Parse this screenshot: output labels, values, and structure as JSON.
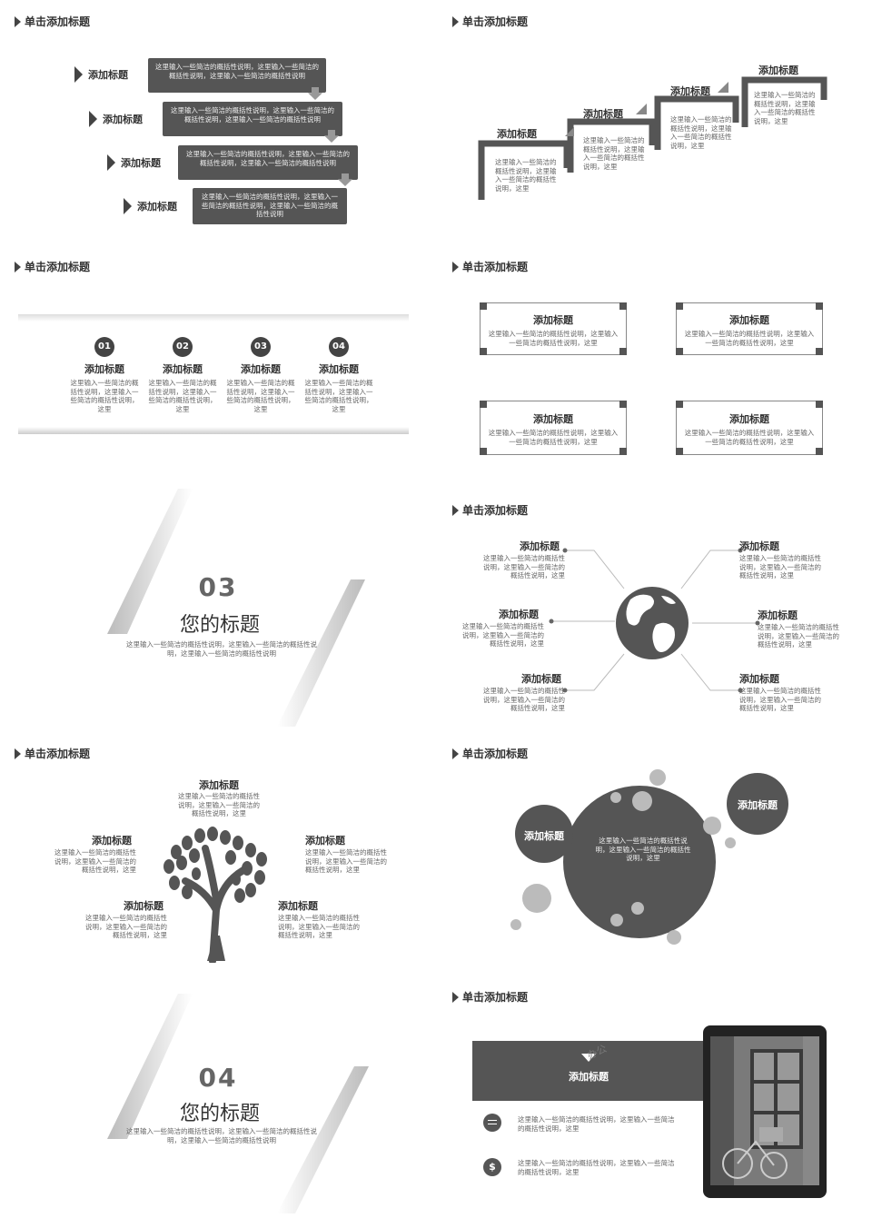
{
  "header": "单击添加标题",
  "add_title": "添加标题",
  "desc_long": "这里输入一些简洁的概括性说明，这里输入一些简洁的概括性说明，这里输入一些简洁的概括性说明",
  "desc_mid": "这里输入一些简洁的概括性说明，这里输入一些简洁的概括性说明，这里",
  "desc_two": "这里输入一些简洁的概括性说明，这里输入一些简洁的概括性说明，这里",
  "section3": {
    "num": "03",
    "title": "您的标题",
    "desc": "这里输入一些简洁的概括性说明，这里输入一些简洁的概括性说明，这里输入一些简洁的概括性说明"
  },
  "section4": {
    "num": "04",
    "title": "您的标题",
    "desc": "这里输入一些简洁的概括性说明，这里输入一些简洁的概括性说明，这里输入一些简洁的概括性说明"
  },
  "numbers": [
    "01",
    "02",
    "03",
    "04"
  ],
  "watermark": "办公"
}
